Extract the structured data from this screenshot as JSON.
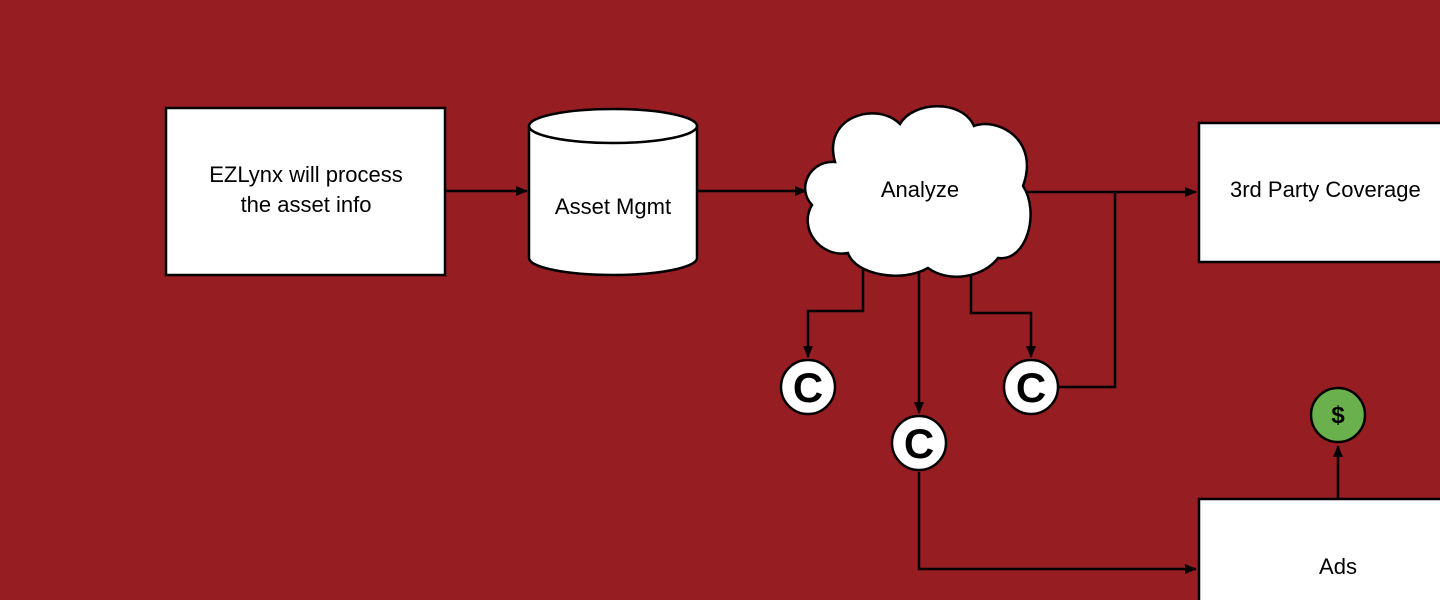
{
  "canvas": {
    "background": "#961e23"
  },
  "nodes": {
    "process": {
      "line1": "EZLynx will process",
      "line2": "the asset info"
    },
    "asset_mgmt": {
      "label": "Asset Mgmt"
    },
    "analyze": {
      "label": "Analyze"
    },
    "third_party": {
      "label": "3rd Party Coverage"
    },
    "ads": {
      "label": "Ads"
    }
  },
  "badges": {
    "c_left": "C",
    "c_center": "C",
    "c_right": "C",
    "dollar": "$"
  },
  "colors": {
    "node_fill": "#ffffff",
    "stroke": "#000000",
    "money_badge": "#6ab04c"
  }
}
